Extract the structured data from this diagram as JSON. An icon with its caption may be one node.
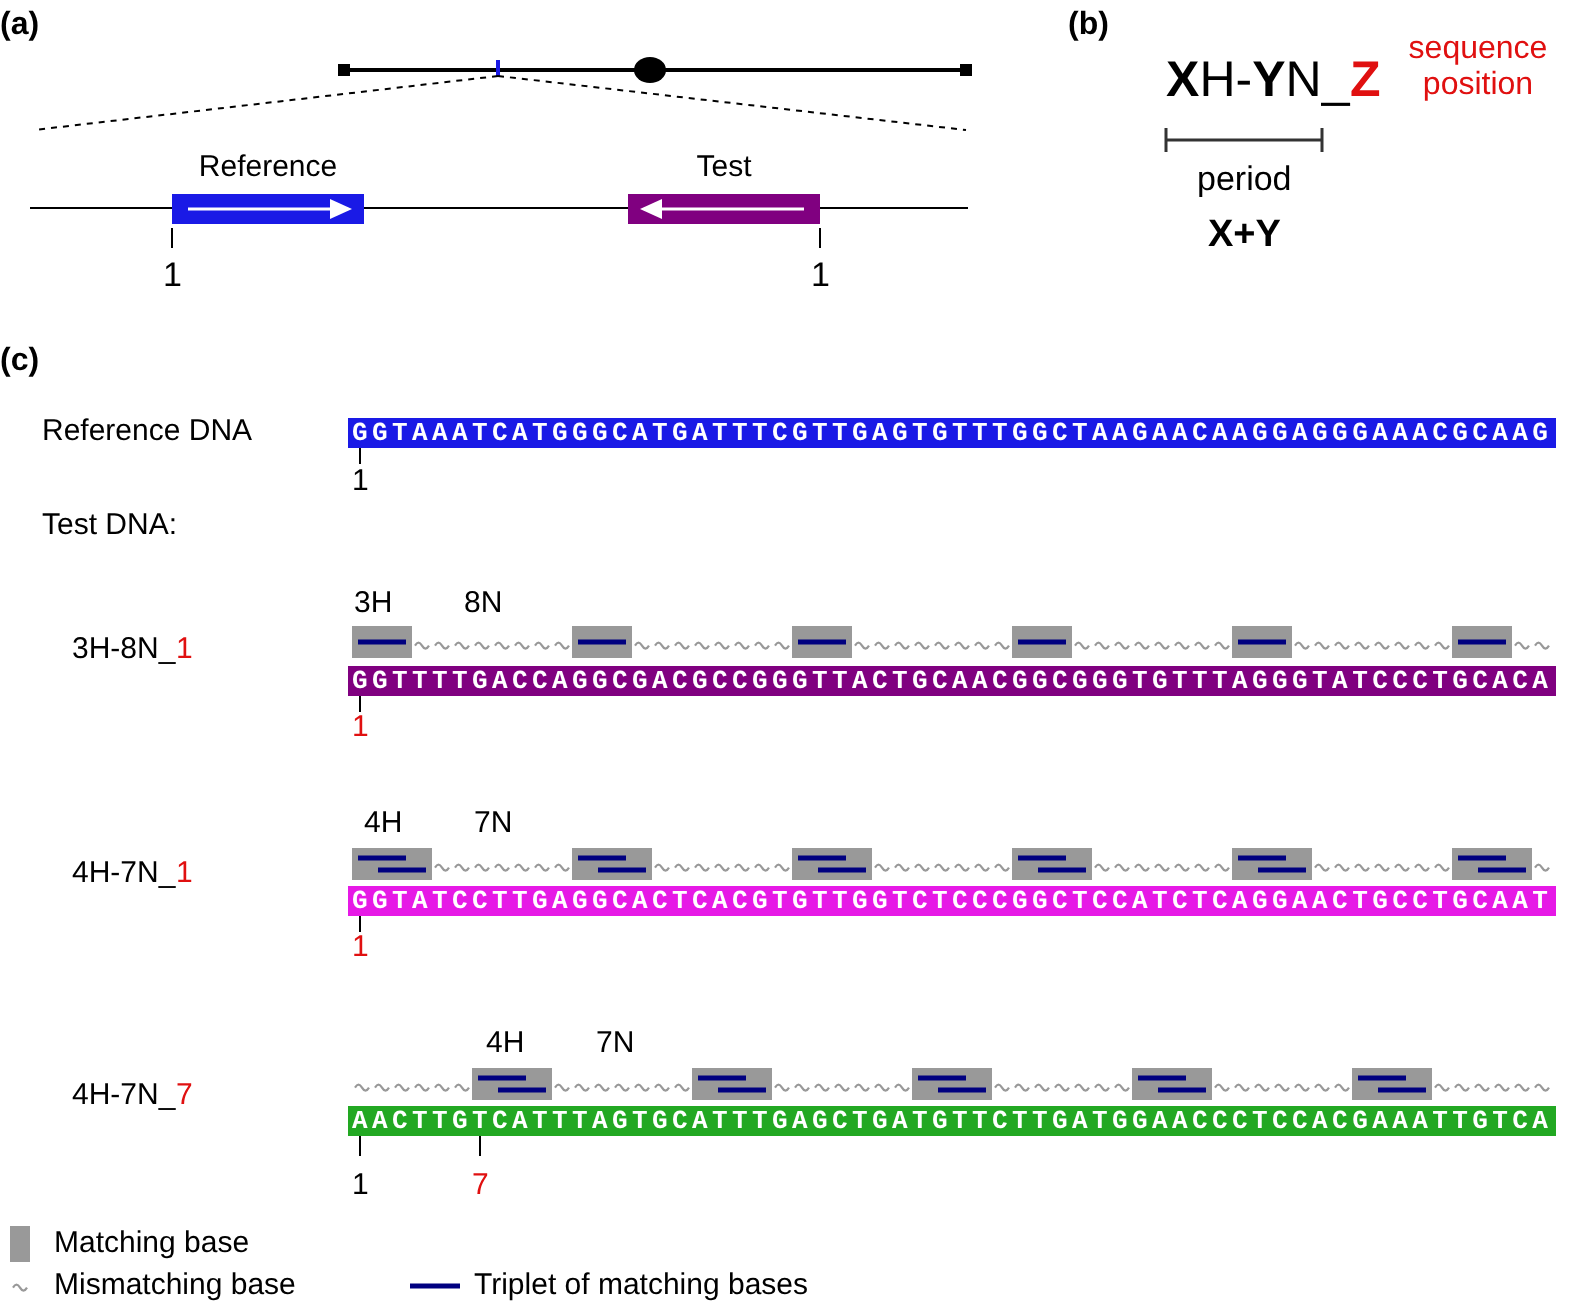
{
  "diagram": {
    "nodes": [
      {
        "text": [
          "Reference"
        ],
        "beside": [
          "1"
        ]
      },
      {
        "text": [
          "Test"
        ],
        "beside": [
          "1"
        ]
      },
      {
        "text": [
          "GGTAAATCATGGGCATGATTTCGTTGAGTGTTTGGCTAAGAACAAGGAGGGAAACGCAAG"
        ],
        "beside": [
          "1"
        ]
      },
      {
        "text": [
          "GGTTTTGACCAGGCGACGCCGGGTTACTGCAACGGCGGGTGTTTAGGGTATCCCTGCACA"
        ],
        "beside": [
          "1"
        ]
      },
      {
        "text": [
          "GGTATCCTTGAGGCACTCACGTGTTGGTCTCCCGGCTCCATCTCAGGAACTGCCTGCAAT"
        ],
        "beside": [
          "1"
        ]
      },
      {
        "text": [
          "AACTTGTCATTTAGTGCATTTGAGCTGATGTTCTTGATGGAACCCTCCACGAAATTGTCA"
        ],
        "beside": [
          "1",
          "7"
        ]
      }
    ],
    "edges": [],
    "labels": [
      "(a)",
      "(b)",
      "**X**H-**Y**N_",
      "Z",
      "sequence position",
      "period",
      "X+Y",
      "(c)",
      "Reference DNA",
      "Test DNA:",
      "3H",
      "8N",
      "3H-8N_",
      "1",
      "4H",
      "7N",
      "4H-7N_",
      "1",
      "4H",
      "7N",
      "4H-7N_",
      "7"
    ],
    "legend": [
      {
        "text": "Matching base",
        "color": "#999999"
      },
      {
        "text": "Mismatching base"
      },
      {
        "text": "Triplet of matching bases"
      }
    ]
  }
}
